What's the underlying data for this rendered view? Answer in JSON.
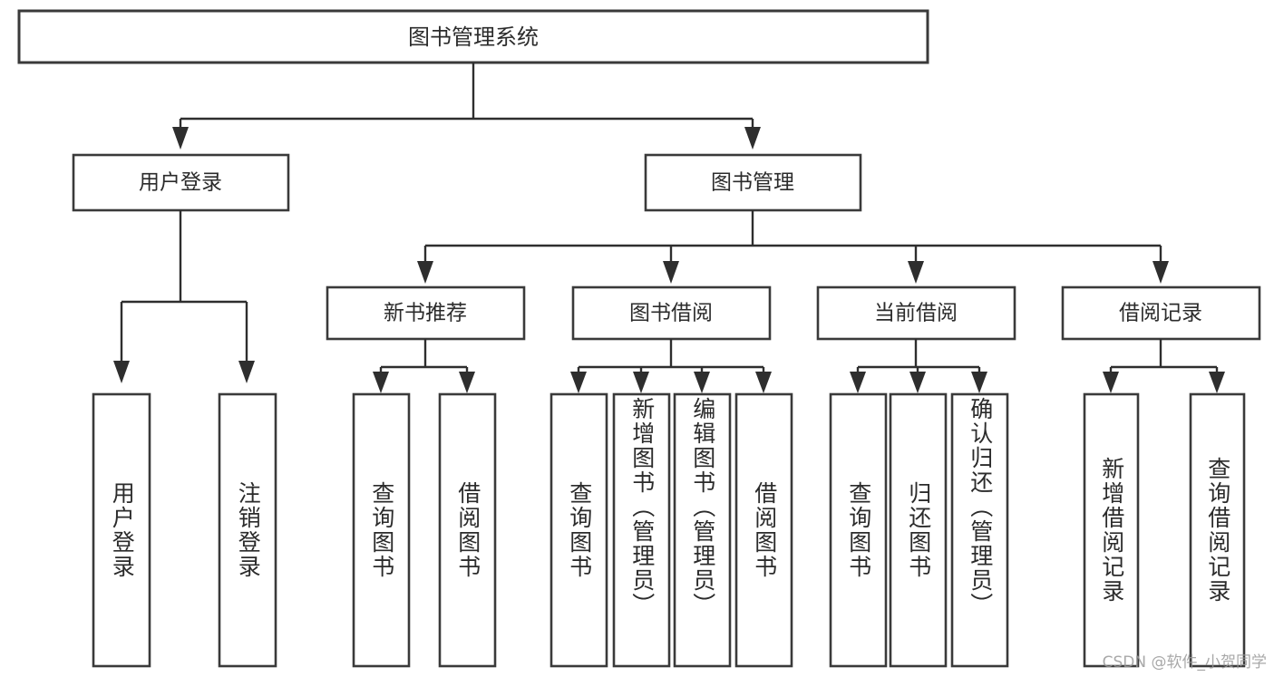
{
  "diagram": {
    "type": "tree-hierarchy",
    "title": "图书管理系统",
    "root": {
      "label": "图书管理系统"
    },
    "level1": [
      {
        "label": "用户登录"
      },
      {
        "label": "图书管理"
      }
    ],
    "level2": [
      {
        "label": "新书推荐",
        "parent": "图书管理"
      },
      {
        "label": "图书借阅",
        "parent": "图书管理"
      },
      {
        "label": "当前借阅",
        "parent": "图书管理"
      },
      {
        "label": "借阅记录",
        "parent": "图书管理"
      }
    ],
    "leaves": {
      "user_login": [
        {
          "label": "用户登录"
        },
        {
          "label": "注销登录"
        }
      ],
      "new_book_recommend": [
        {
          "label": "查询图书"
        },
        {
          "label": "借阅图书"
        }
      ],
      "book_borrow": [
        {
          "label": "查询图书"
        },
        {
          "label": "新增图书（管理员）"
        },
        {
          "label": "编辑图书（管理员）"
        },
        {
          "label": "借阅图书"
        }
      ],
      "current_borrow": [
        {
          "label": "查询图书"
        },
        {
          "label": "归还图书"
        },
        {
          "label": "确认归还（管理员）"
        }
      ],
      "borrow_record": [
        {
          "label": "新增借阅记录"
        },
        {
          "label": "查询借阅记录"
        }
      ]
    }
  },
  "watermark": {
    "text": "CSDN @软件_小贺同学"
  },
  "colors": {
    "box_stroke": "#3a3a3a",
    "connector": "#2e2e2e",
    "text": "#2b2b2b",
    "background": "#ffffff",
    "watermark": "#9a9a9a"
  }
}
